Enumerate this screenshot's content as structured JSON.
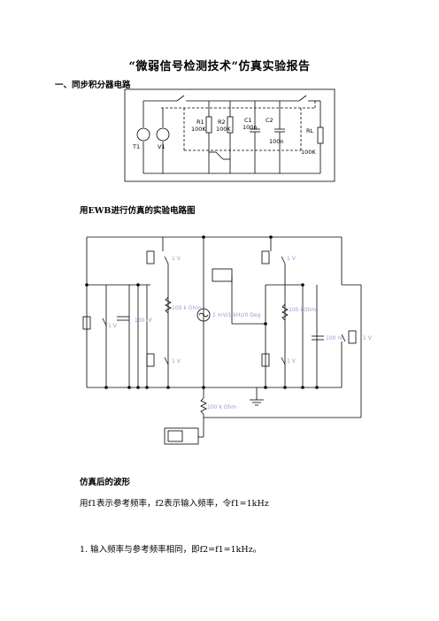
{
  "document": {
    "title": "“微弱信号检测技术”仿真实验报告",
    "section1_heading": "一、同步积分器电路",
    "caption_ewb": "用EWB进行仿真的实验电路图",
    "caption_waveform": "仿真后的波形",
    "para_def": "用f1表示参考频率，f2表示输入频率，令f1=1kHz",
    "para_item1": "1.   输入频率与参考频率相同，即f2=f1=1kHz。"
  },
  "schematic1": {
    "labels": {
      "t1": "T1",
      "v1": "V1",
      "r1": "R1",
      "r1_val": "100K",
      "r2": "R2",
      "r2_val": "100K",
      "c1": "C1",
      "c1_val": "100n",
      "c2": "C2",
      "c2_val": "100n",
      "rl": "RL",
      "rl_val": "100K"
    }
  },
  "schematic2": {
    "labels": {
      "sw_tl": "1 V",
      "sw_tr": "1 V",
      "sw_ml": "1 V",
      "sw_bl": "1 V",
      "sw_br": "1 V",
      "sw_r": "1 V",
      "cap_l": "100 nF",
      "cap_r": "100 nF",
      "res_l": "100 k Ohm",
      "res_r": "100 kOhm",
      "res_b": "100 k Ohm",
      "src": "1 mV/1 kHz/0 Deg"
    }
  }
}
